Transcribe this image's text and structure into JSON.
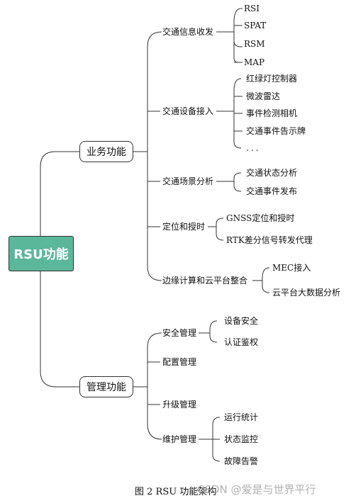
{
  "root": "RSU功能",
  "branches": [
    {
      "label": "业务功能",
      "children": [
        {
          "label": "交通信息收发",
          "children": [
            "RSI",
            "SPAT",
            "RSM",
            "MAP"
          ]
        },
        {
          "label": "交通设备接入",
          "children": [
            "红绿灯控制器",
            "微波雷达",
            "事件检测相机",
            "交通事件告示牌",
            "..."
          ]
        },
        {
          "label": "交通场景分析",
          "children": [
            "交通状态分析",
            "交通事件发布"
          ]
        },
        {
          "label": "定位和授时",
          "children": [
            "GNSS定位和授时",
            "RTK差分信号转发代理"
          ]
        },
        {
          "label": "边缘计算和云平台整合",
          "children": [
            "MEC接入",
            "云平台大数据分析"
          ]
        }
      ]
    },
    {
      "label": "管理功能",
      "children": [
        {
          "label": "安全管理",
          "children": [
            "设备安全",
            "认证鉴权"
          ]
        },
        {
          "label": "配置管理",
          "children": []
        },
        {
          "label": "升级管理",
          "children": []
        },
        {
          "label": "维护管理",
          "children": [
            "运行统计",
            "状态监控",
            "故障告警"
          ]
        }
      ]
    }
  ],
  "caption": "图 2 RSU 功能架构",
  "watermark": "CSDN @爱是与世界平行"
}
